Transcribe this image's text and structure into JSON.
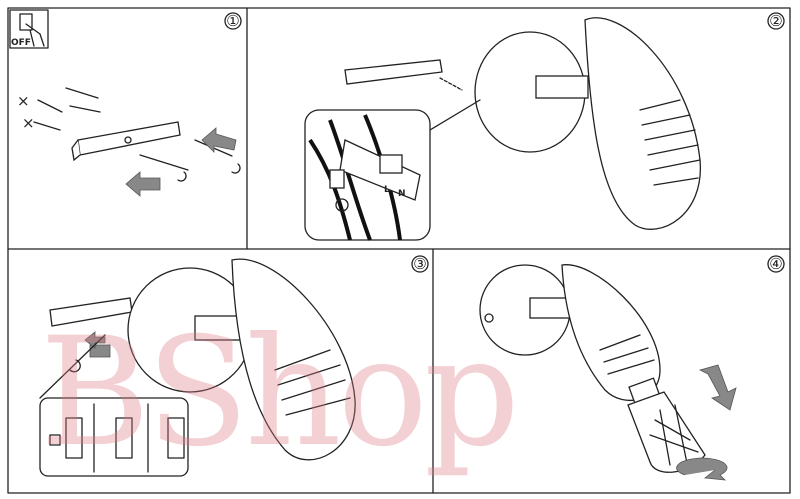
{
  "panels": [
    {
      "step": "①",
      "switch_label": "OFF"
    },
    {
      "step": "②",
      "terminal_labels": [
        "L",
        "N"
      ]
    },
    {
      "step": "③"
    },
    {
      "step": "④"
    }
  ],
  "watermark": "BShop",
  "colors": {
    "line": "#222222",
    "arrow": "#888888",
    "watermark": "#dc7882"
  }
}
